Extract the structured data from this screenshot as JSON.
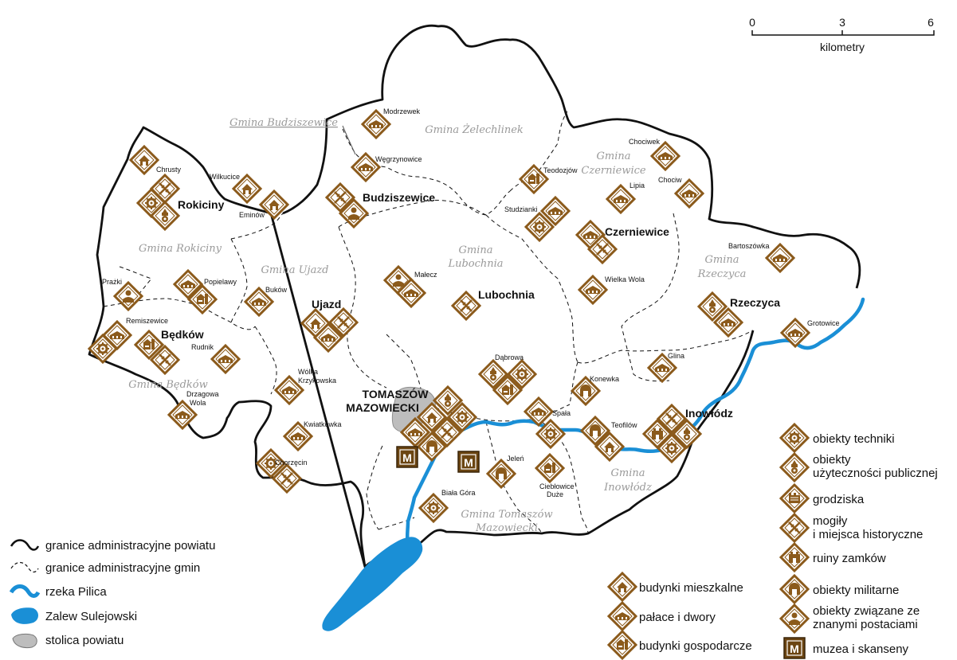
{
  "colors": {
    "river": "#1a8fd6",
    "icon_border": "#8b5a1b",
    "icon_fill": "#ffffff",
    "boundary": "#111111",
    "capital": "#bdbdbd",
    "museum": "#6b4512"
  },
  "scale": {
    "ticks": [
      "0",
      "3",
      "6"
    ],
    "unit": "kilometry"
  },
  "towns": [
    {
      "id": "rokiciny",
      "label": "Rokiciny"
    },
    {
      "id": "budziszewice",
      "label": "Budziszewice"
    },
    {
      "id": "czerniewice",
      "label": "Czerniewice"
    },
    {
      "id": "lubochnia",
      "label": "Lubochnia"
    },
    {
      "id": "ujazd",
      "label": "Ujazd"
    },
    {
      "id": "bedkow",
      "label": "Będków"
    },
    {
      "id": "rzeczyca",
      "label": "Rzeczyca"
    },
    {
      "id": "inowlodz",
      "label": "Inowłódz"
    },
    {
      "id": "tomaszow1",
      "label": "TOMASZÓW"
    },
    {
      "id": "tomaszow2",
      "label": "MAZOWIECKI"
    }
  ],
  "gminy": [
    {
      "id": "budziszewice",
      "label": "Gmina Budziszewice"
    },
    {
      "id": "zelechlinek",
      "label": "Gmina Żelechlinek"
    },
    {
      "id": "czerniewice1",
      "label": "Gmina"
    },
    {
      "id": "czerniewice2",
      "label": "Czerniewice"
    },
    {
      "id": "rokiciny",
      "label": "Gmina Rokiciny"
    },
    {
      "id": "ujazd",
      "label": "Gmina Ujazd"
    },
    {
      "id": "lubochnia1",
      "label": "Gmina"
    },
    {
      "id": "lubochnia2",
      "label": "Lubochnia"
    },
    {
      "id": "rzeczyca1",
      "label": "Gmina"
    },
    {
      "id": "rzeczyca2",
      "label": "Rzeczyca"
    },
    {
      "id": "bedkow",
      "label": "Gmina Będków"
    },
    {
      "id": "inowlodz1",
      "label": "Gmina"
    },
    {
      "id": "inowlodz2",
      "label": "Inowłódz"
    },
    {
      "id": "tomaszow1",
      "label": "Gmina Tomaszów"
    },
    {
      "id": "tomaszow2",
      "label": "Mazowiecki"
    }
  ],
  "places": [
    {
      "id": "modrzewek",
      "label": "Modrzewek"
    },
    {
      "id": "chrusty",
      "label": "Chrusty"
    },
    {
      "id": "wilkucice",
      "label": "Wilkucice"
    },
    {
      "id": "eminow",
      "label": "Eminów"
    },
    {
      "id": "wegrzynowice",
      "label": "Węgrzynowice"
    },
    {
      "id": "teodozjow",
      "label": "Teodozjów"
    },
    {
      "id": "chociwek",
      "label": "Chociwek"
    },
    {
      "id": "lipia",
      "label": "Lipia"
    },
    {
      "id": "chociw",
      "label": "Chociw"
    },
    {
      "id": "studzianki",
      "label": "Studzianki"
    },
    {
      "id": "bartoszowka",
      "label": "Bartoszówka"
    },
    {
      "id": "prazki",
      "label": "Prażki"
    },
    {
      "id": "popielawy",
      "label": "Popielawy"
    },
    {
      "id": "bukow",
      "label": "Buków"
    },
    {
      "id": "malecz",
      "label": "Małecz"
    },
    {
      "id": "wielkawola",
      "label": "Wielka Wola"
    },
    {
      "id": "remiszewice",
      "label": "Remiszewice"
    },
    {
      "id": "rudnik",
      "label": "Rudnik"
    },
    {
      "id": "grotowice",
      "label": "Grotowice"
    },
    {
      "id": "dabrowa",
      "label": "Dąbrowa"
    },
    {
      "id": "glina",
      "label": "Glina"
    },
    {
      "id": "konewka",
      "label": "Konewka"
    },
    {
      "id": "wolka1",
      "label": "Wólka"
    },
    {
      "id": "wolka2",
      "label": "Krzykowska"
    },
    {
      "id": "drzagowa1",
      "label": "Drzagowa"
    },
    {
      "id": "drzagowa2",
      "label": "Wola"
    },
    {
      "id": "kwiatkowka",
      "label": "Kwiatkówka"
    },
    {
      "id": "spala",
      "label": "Spała"
    },
    {
      "id": "teofilow",
      "label": "Teofilów"
    },
    {
      "id": "chorzecin",
      "label": "Chorzęcin"
    },
    {
      "id": "jelen",
      "label": "Jeleń"
    },
    {
      "id": "ciebl1",
      "label": "Ciebłowice"
    },
    {
      "id": "ciebl2",
      "label": "Duże"
    },
    {
      "id": "bialagora",
      "label": "Biała Góra"
    }
  ],
  "legend_left": [
    {
      "id": "powiat",
      "label": "granice administracyjne powiatu"
    },
    {
      "id": "gmin",
      "label": "granice administracyjne gmin"
    },
    {
      "id": "pilica",
      "label": "rzeka Pilica"
    },
    {
      "id": "zalew",
      "label": "Zalew Sulejowski"
    },
    {
      "id": "stolica",
      "label": "stolica powiatu"
    }
  ],
  "legend_mid": [
    {
      "id": "mieszkalne",
      "label": "budynki mieszkalne",
      "icon": "house-icon"
    },
    {
      "id": "palace",
      "label": "pałace i dwory",
      "icon": "manor-icon"
    },
    {
      "id": "gospodarcze",
      "label": "budynki gospodarcze",
      "icon": "farm-building-icon"
    }
  ],
  "legend_right": [
    {
      "id": "techniki",
      "lines": [
        "obiekty techniki"
      ],
      "icon": "gear-icon"
    },
    {
      "id": "uzytecznosci",
      "lines": [
        "obiekty",
        "użyteczności publicznej"
      ],
      "icon": "public-building-icon"
    },
    {
      "id": "grodziska",
      "lines": [
        "grodziska"
      ],
      "icon": "hillfort-icon"
    },
    {
      "id": "mogily",
      "lines": [
        "mogiły",
        "i miejsca historyczne"
      ],
      "icon": "crossed-swords-icon"
    },
    {
      "id": "ruiny",
      "lines": [
        "ruiny zamków"
      ],
      "icon": "castle-icon"
    },
    {
      "id": "militarne",
      "lines": [
        "obiekty militarne"
      ],
      "icon": "bunker-icon"
    },
    {
      "id": "postaci",
      "lines": [
        "obiekty związane ze",
        "znanymi postaciami"
      ],
      "icon": "person-icon"
    },
    {
      "id": "muzea",
      "lines": [
        "muzea i skanseny"
      ],
      "icon": "museum-icon"
    }
  ]
}
